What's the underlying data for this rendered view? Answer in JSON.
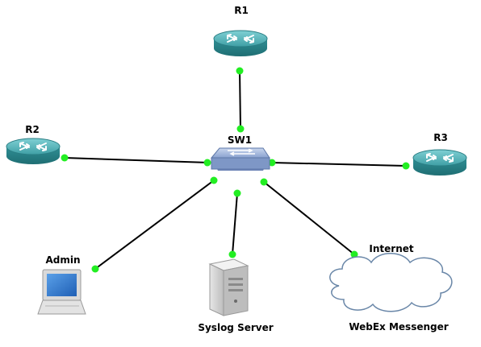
{
  "nodes": {
    "r1": {
      "label": "R1",
      "type": "router"
    },
    "r2": {
      "label": "R2",
      "type": "router"
    },
    "r3": {
      "label": "R3",
      "type": "router"
    },
    "sw1": {
      "label": "SW1",
      "type": "switch"
    },
    "admin": {
      "label": "Admin",
      "type": "laptop"
    },
    "syslog": {
      "label": "Syslog Server",
      "type": "server"
    },
    "internet": {
      "label": "Internet",
      "type": "cloud"
    },
    "webex": {
      "label": "WebEx Messenger",
      "type": "cloud-label"
    }
  },
  "link_status_color": "#22ee22",
  "colors": {
    "router_teal": "#2f8f95",
    "switch_blue": "#7e97c6",
    "cloud_edge": "#6a87a8",
    "link": "#000000"
  }
}
